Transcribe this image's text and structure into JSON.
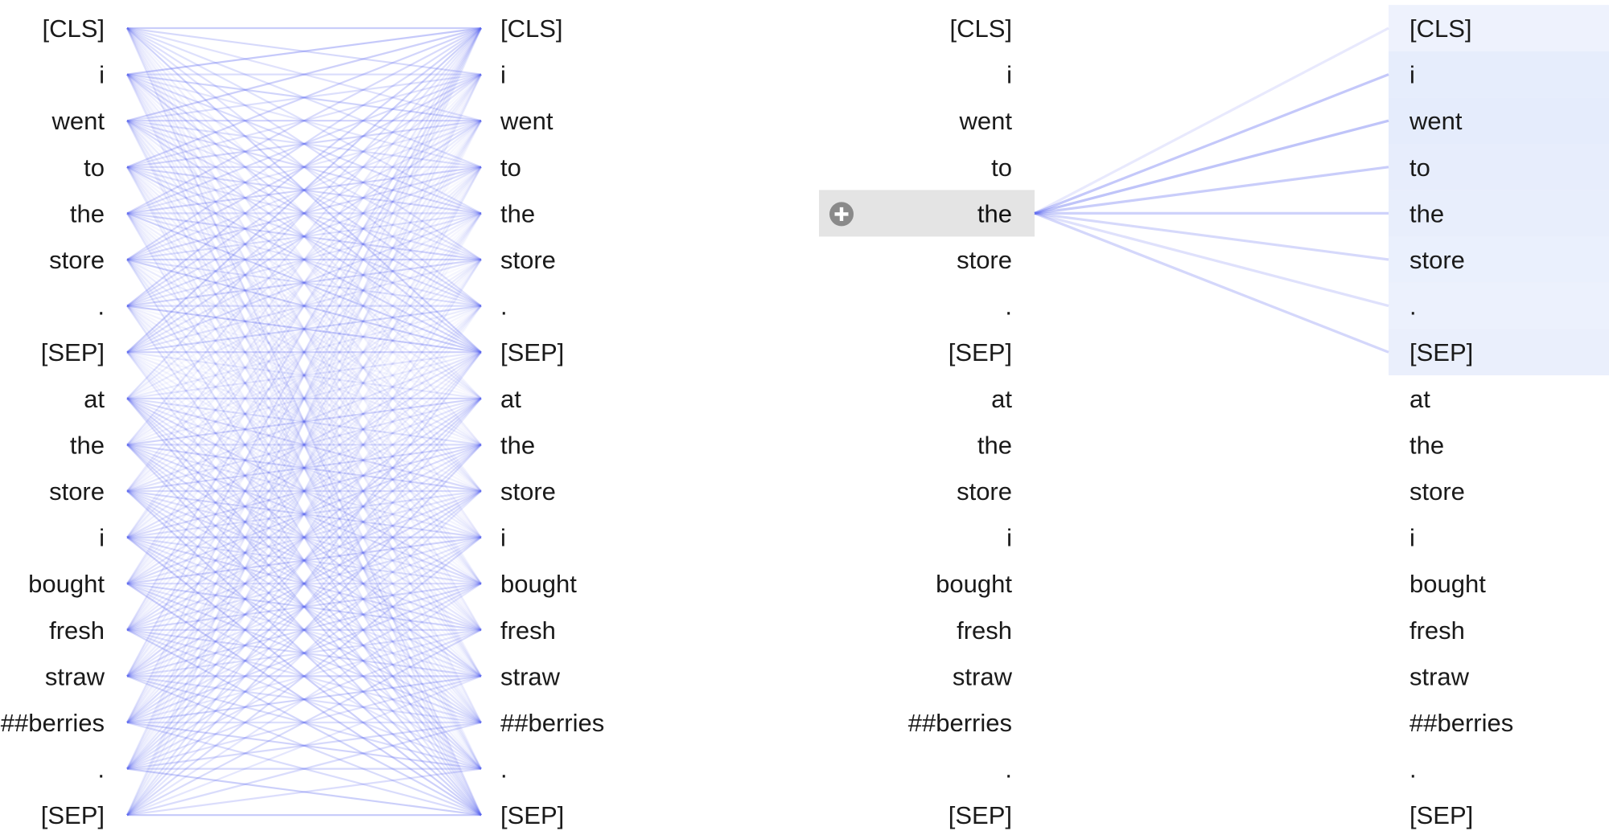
{
  "tokens": [
    "[CLS]",
    "i",
    "went",
    "to",
    "the",
    "store",
    ".",
    "[SEP]",
    "at",
    "the",
    "store",
    "i",
    "bought",
    "fresh",
    "straw",
    "##berries",
    ".",
    "[SEP]"
  ],
  "selected_token_index": 4,
  "selected_icon": "plus-circle-icon",
  "colors": {
    "line": "#5a66f0",
    "selection_row": "#e4e4e4",
    "target_highlight": "#dde6fb",
    "icon": "#8a8a8a",
    "text": "#1a1a1a"
  },
  "detail_weights": [
    0.22,
    0.55,
    0.6,
    0.5,
    0.45,
    0.38,
    0.3,
    0.4,
    0,
    0,
    0,
    0,
    0,
    0,
    0,
    0,
    0,
    0
  ]
}
